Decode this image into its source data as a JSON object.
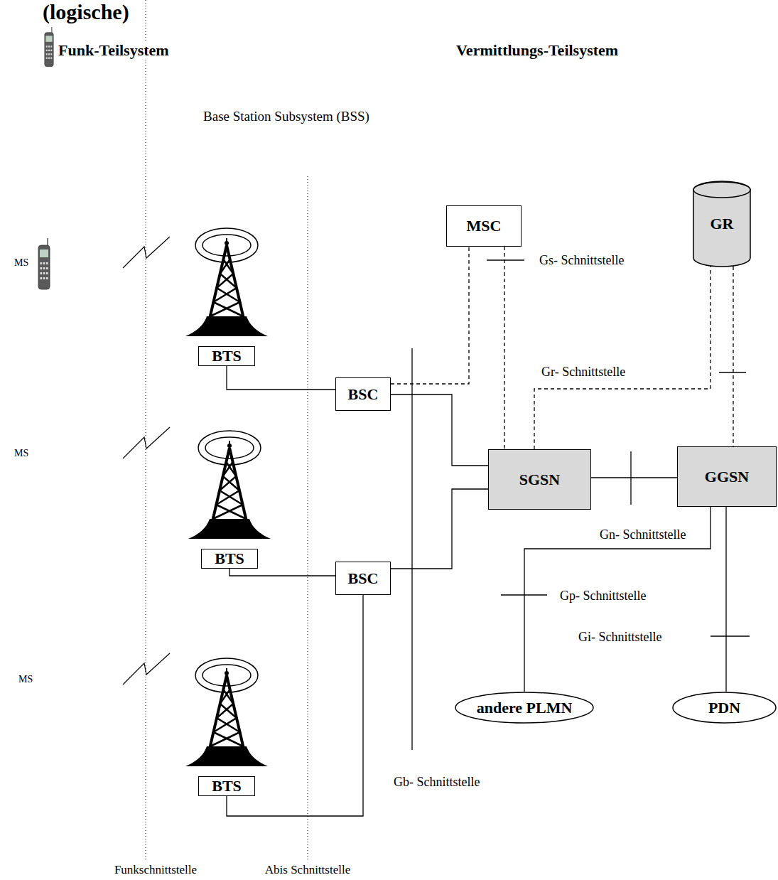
{
  "diagram": {
    "title": "(logische)",
    "nodes": [
      {
        "text": [
          "MSC"
        ]
      },
      {
        "text": [
          "GR"
        ]
      },
      {
        "text": [
          "BTS"
        ]
      },
      {
        "text": [
          "BSC"
        ]
      },
      {
        "text": [
          "SGSN"
        ]
      },
      {
        "text": [
          "GGSN"
        ]
      },
      {
        "text": [
          "BTS"
        ]
      },
      {
        "text": [
          "BSC"
        ]
      },
      {
        "text": [
          "andere PLMN"
        ]
      },
      {
        "text": [
          "PDN"
        ]
      },
      {
        "text": [
          "BTS"
        ]
      }
    ],
    "edges": [
      {
        "from": 2,
        "to": 3,
        "arrow": "none"
      },
      {
        "from": 6,
        "to": 7,
        "arrow": "none"
      },
      {
        "from": 10,
        "to": 7,
        "arrow": "none"
      },
      {
        "from": 3,
        "to": 4,
        "arrow": "none"
      },
      {
        "from": 7,
        "to": 4,
        "arrow": "none"
      },
      {
        "from": 3,
        "to": 0,
        "arrow": "none"
      },
      {
        "from": 0,
        "to": 4,
        "arrow": "none"
      },
      {
        "from": 4,
        "to": 1,
        "arrow": "none"
      },
      {
        "from": 1,
        "to": 5,
        "arrow": "none"
      },
      {
        "from": 4,
        "to": 5,
        "arrow": "none"
      },
      {
        "from": 5,
        "to": 8,
        "arrow": "none"
      },
      {
        "from": 5,
        "to": 9,
        "arrow": "none"
      }
    ],
    "labels": [
      "Funk-Teilsystem",
      "Vermittlungs-Teilsystem",
      "Base Station Subsystem (BSS)",
      "MS",
      "MS",
      "MS",
      "Gs- Schnittstelle",
      "Gr- Schnittstelle",
      "Gn- Schnittstelle",
      "Gp- Schnittstelle",
      "Gi- Schnittstelle",
      "Gb- Schnittstelle",
      "Funkschnittstelle",
      "Abis Schnittstelle"
    ]
  }
}
